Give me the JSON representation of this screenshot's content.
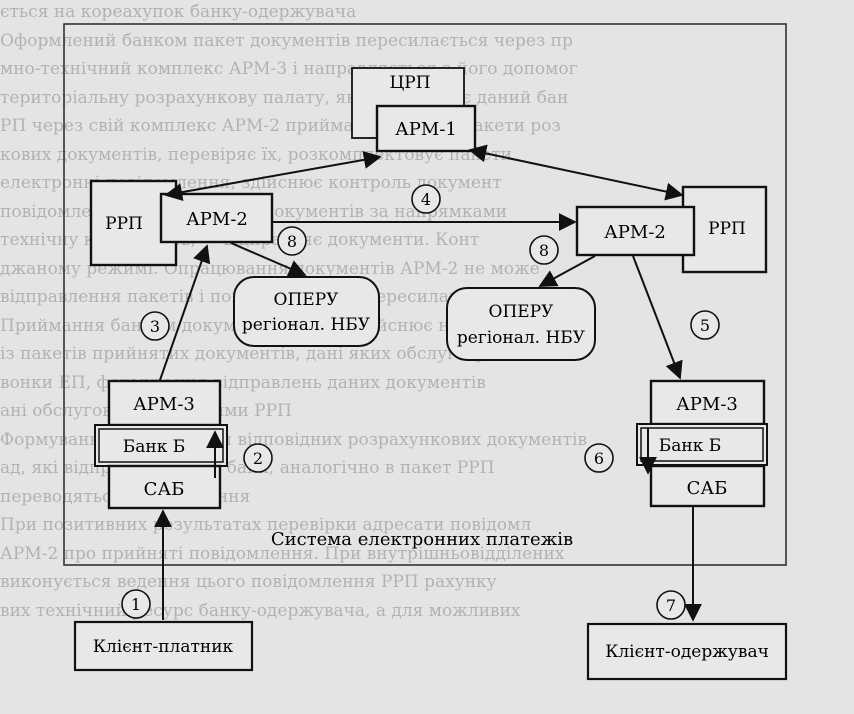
{
  "background_text": [
    "ється на кореахупок банку-одержувача",
    "Оформлений банком пакет документів пересилається через пр",
    "мно-технічний комплекс АРМ-3 і направляється з його допомог",
    "територіальну розрахункову палату, яка обслуговує даний бан",
    "РП через свій комплекс АРМ-2 приймає від банків пакети роз",
    "кових документів, перевіряє їх, розкомплектовує пакети",
    "електронні повідомлення, здійснює контроль документ",
    "повідомлень, формує пакети документів за напрямками",
    "технічну коректність, — відправляє документи. Конт",
    "джаному режимі. Опрацювання документів АРМ-2 не може",
    "відправлення пакетів і повідомлень, які пересилаються в СЕП",
    "Приймання банком документів АРМ-3 здійснює на мережах",
    "із пакетів прийнятих документів, дані яких обслуговуються",
    "вонки ЕП, формування-відправлень даних документів",
    "ані обслуговуються даними РРП",
    "Формування нової пакети відповідних розрахункових документів",
    "ад, які відправляються в банк, аналогічно в пакет РРП",
    "переводяться до виконання",
    "При позитивних результатах перевірки адресати повідомл",
    "АРМ-2 про прийняті повідомлення. При внутрішньовідділених",
    "виконується ведення цього повідомлення РРП рахунку",
    "вих технічний ресурс банку-одержувача, а для можливих"
  ],
  "system_label": "Система електронних платежів",
  "nodes": {
    "crp": {
      "top": "ЦРП",
      "inner": "АРМ-1"
    },
    "rrp_left": {
      "label": "РРП",
      "arm": "АРМ-2"
    },
    "rrp_right": {
      "label": "РРП",
      "arm": "АРМ-2"
    },
    "operu_left": {
      "line1": "ОПЕРУ",
      "line2": "регіонал. НБУ"
    },
    "operu_right": {
      "line1": "ОПЕРУ",
      "line2": "регіонал. НБУ"
    },
    "bank_left": {
      "arm": "АРМ-3",
      "bank": "Банк Б",
      "sab": "САБ"
    },
    "bank_right": {
      "arm": "АРМ-3",
      "bank": "Банк Б",
      "sab": "САБ"
    },
    "client_payer": "Клієнт-платник",
    "client_receiver": "Клієнт-одержувач"
  },
  "steps": [
    "1",
    "2",
    "3",
    "4",
    "5",
    "6",
    "7",
    "8",
    "8"
  ]
}
